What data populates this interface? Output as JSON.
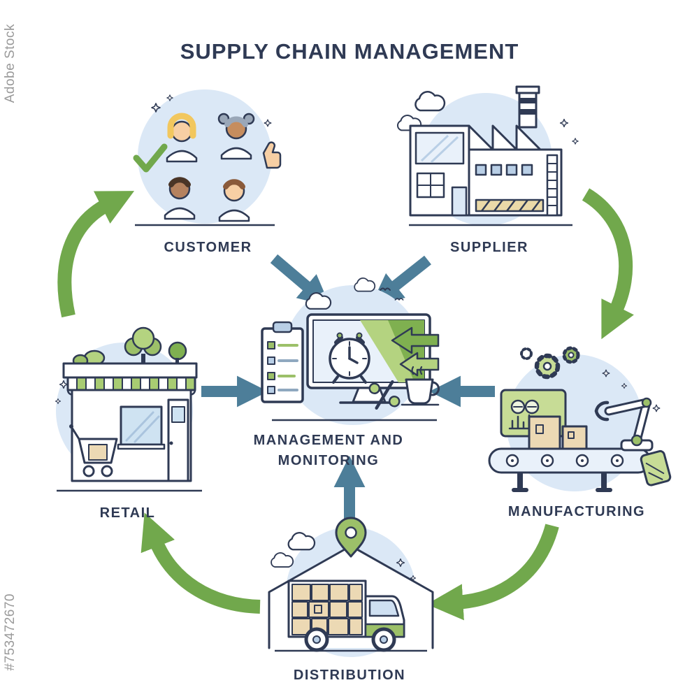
{
  "title": "SUPPLY CHAIN MANAGEMENT",
  "watermark": {
    "brand": "Adobe Stock",
    "asset_id": "#753472670"
  },
  "nodes": {
    "customer": {
      "label": "CUSTOMER"
    },
    "supplier": {
      "label": "SUPPLIER"
    },
    "manufacturing": {
      "label": "MANUFACTURING"
    },
    "distribution": {
      "label": "DISTRIBUTION"
    },
    "retail": {
      "label": "RETAIL"
    },
    "management": {
      "label_line1": "MANAGEMENT AND",
      "label_line2": "MONITORING"
    }
  },
  "icons": {
    "customer": "customer-group-icon",
    "supplier": "factory-icon",
    "manufacturing": "conveyor-robot-arm-icon",
    "distribution": "delivery-truck-warehouse-icon",
    "retail": "storefront-icon",
    "management": "monitor-clock-checklist-icon"
  },
  "edges": {
    "outer_cycle": [
      {
        "from": "SUPPLIER",
        "to": "MANUFACTURING",
        "style": "green-curved"
      },
      {
        "from": "MANUFACTURING",
        "to": "DISTRIBUTION",
        "style": "green-curved"
      },
      {
        "from": "DISTRIBUTION",
        "to": "RETAIL",
        "style": "green-curved"
      },
      {
        "from": "RETAIL",
        "to": "CUSTOMER",
        "style": "green-curved"
      }
    ],
    "to_center": [
      {
        "from": "CUSTOMER",
        "to": "MANAGEMENT AND MONITORING",
        "style": "blue-straight"
      },
      {
        "from": "SUPPLIER",
        "to": "MANAGEMENT AND MONITORING",
        "style": "blue-straight"
      },
      {
        "from": "MANUFACTURING",
        "to": "MANAGEMENT AND MONITORING",
        "style": "blue-straight"
      },
      {
        "from": "RETAIL",
        "to": "MANAGEMENT AND MONITORING",
        "style": "blue-straight"
      },
      {
        "from": "DISTRIBUTION",
        "to": "MANAGEMENT AND MONITORING",
        "style": "blue-straight"
      }
    ]
  },
  "colors": {
    "outline": "#2f3a54",
    "arrow_green": "#71a84c",
    "arrow_blue": "#4d7e99",
    "circle_fill": "#dbe8f6",
    "light_green": "#c7dc96",
    "mid_green": "#9cc069",
    "box_tan": "#ecd9b4",
    "watermark_gray": "#9a9a9a"
  }
}
